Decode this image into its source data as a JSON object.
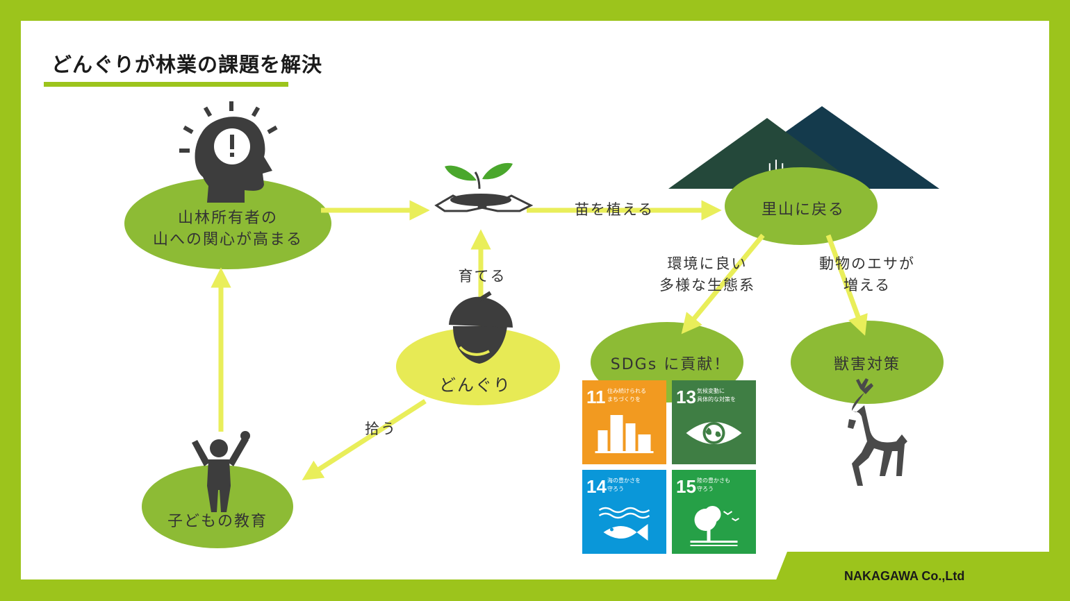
{
  "title": "どんぐりが林業の課題を解決",
  "company": "NAKAGAWA Co.,Ltd",
  "colors": {
    "frame_green": "#9cc41c",
    "node_green": "#8dbb35",
    "node_yellow": "#e7ea55",
    "arrow_yellow": "#e9ee5a",
    "icon_gray": "#3d3d3d",
    "mountain_dark_green": "#24483a",
    "mountain_navy": "#143a4c"
  },
  "nodes": {
    "owners_line1": "山林所有者の",
    "owners_line2": "山への関心が高まる",
    "education": "子どもの教育",
    "acorn": "どんぐり",
    "satoyama": "里山に戻る",
    "mountain": "山",
    "sdgs": "SDGs に貢献！",
    "wildlife": "獣害対策"
  },
  "edges": {
    "plant": "苗を植える",
    "grow": "育てる",
    "pick": "拾う",
    "eco_line1": "環境に良い",
    "eco_line2": "多様な生態系",
    "food_line1": "動物のエサが",
    "food_line2": "増える"
  },
  "sdgs": [
    {
      "number": "11",
      "label_line1": "住み続けられる",
      "label_line2": "まちづくりを",
      "color": "#f29a20",
      "icon": "city-icon"
    },
    {
      "number": "13",
      "label_line1": "気候変動に",
      "label_line2": "具体的な対策を",
      "color": "#3f7e44",
      "icon": "eye-globe-icon"
    },
    {
      "number": "14",
      "label_line1": "海の豊かさを",
      "label_line2": "守ろう",
      "color": "#0a97d9",
      "icon": "fish-icon"
    },
    {
      "number": "15",
      "label_line1": "陸の豊かさも",
      "label_line2": "守ろう",
      "color": "#26a047",
      "icon": "tree-bird-icon"
    }
  ],
  "icons": [
    "idea-head-icon",
    "sprout-hands-icon",
    "acorn-icon",
    "child-cheer-icon",
    "deer-icon",
    "mountain-icon"
  ]
}
